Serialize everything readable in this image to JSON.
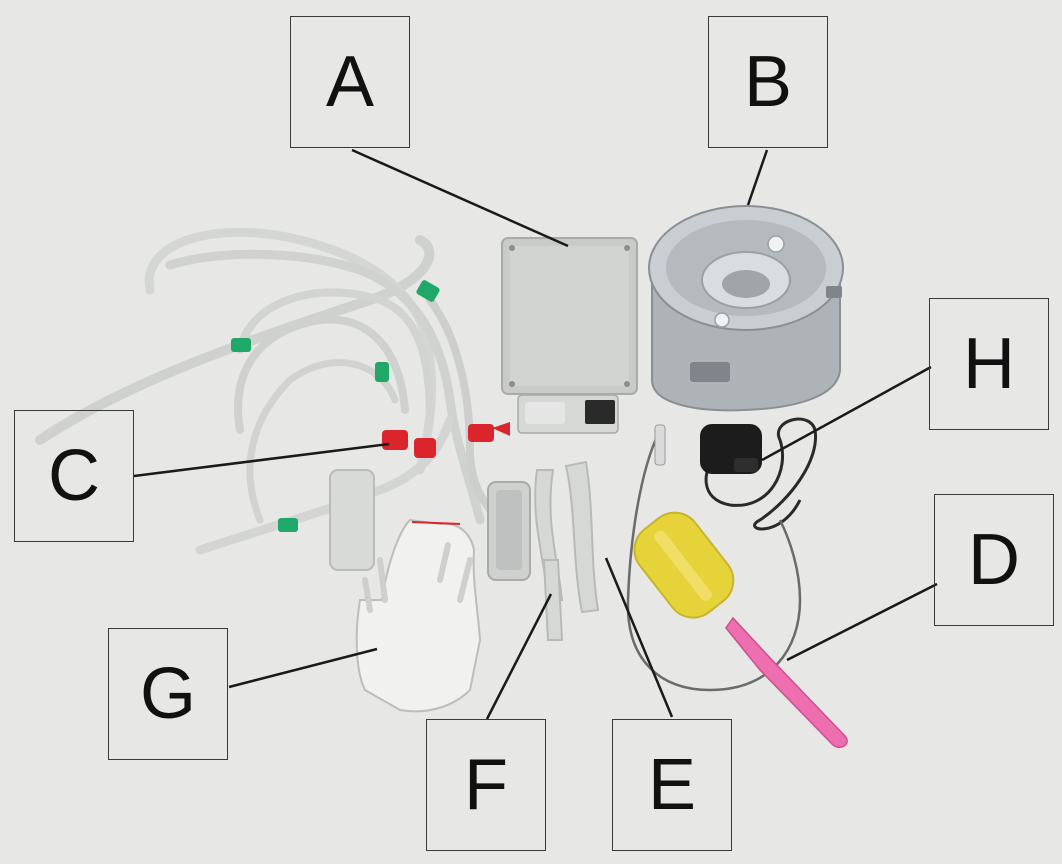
{
  "labels": {
    "a": "A",
    "b": "B",
    "c": "C",
    "d": "D",
    "e": "E",
    "f": "F",
    "g": "G",
    "h": "H"
  },
  "colors": {
    "background": "#e7e7e5",
    "control_box": "#c9cbc9",
    "steel": "#b9bec2",
    "tube": "#d4d6d4",
    "clip_green": "#1fa867",
    "valve_red": "#d9252b",
    "sponge_yellow": "#e6d33a",
    "brush_pink": "#ee6fb0",
    "adapter_black": "#1c1c1c",
    "glove_white": "#f1f1ef"
  },
  "parts": [
    "control-box",
    "stainless-bucket",
    "tubing-set",
    "cleaning-brush",
    "silicone-tube",
    "silicone-liner",
    "gloves",
    "power-adapter"
  ]
}
